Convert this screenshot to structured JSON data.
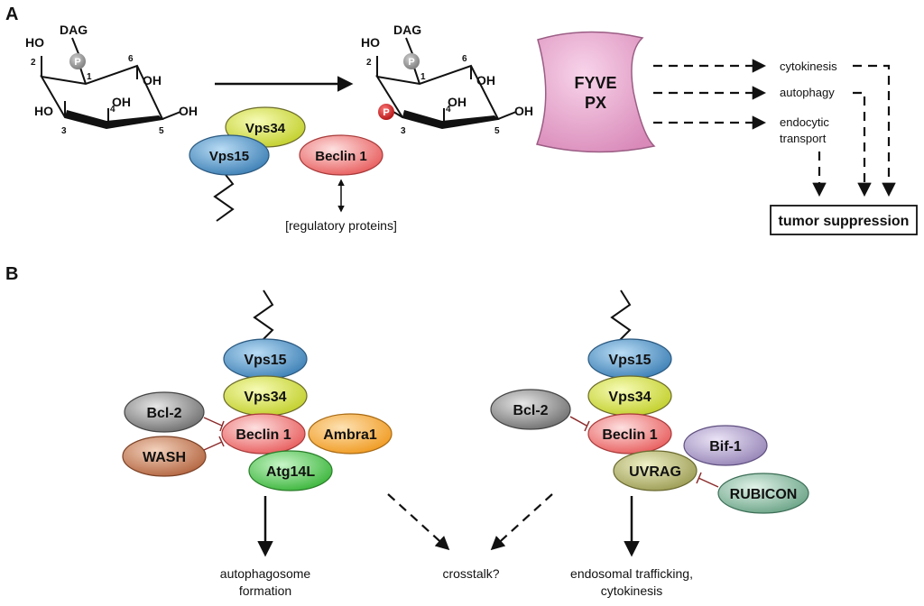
{
  "panels": {
    "a": "A",
    "b": "B"
  },
  "molecule": {
    "ho_top": "HO",
    "dag": "DAG",
    "p": "P",
    "oh_c6": "OH",
    "ho_c3": "HO",
    "oh_c4": "OH",
    "oh_c5": "OH",
    "n1": "1",
    "n2": "2",
    "n3": "3",
    "n4": "4",
    "n5": "5",
    "n6": "6"
  },
  "complex_a": {
    "vps34": "Vps34",
    "vps15": "Vps15",
    "beclin1": "Beclin 1",
    "regulatory": "[regulatory proteins]"
  },
  "domain": {
    "line1": "FYVE",
    "line2": "PX"
  },
  "pathways": [
    "cytokinesis",
    "autophagy",
    "endocytic transport"
  ],
  "pathway_line2": "transport",
  "pathway_endocytic": "endocytic",
  "tumor": "tumor suppression",
  "complex_left": {
    "vps15": "Vps15",
    "vps34": "Vps34",
    "bcl2": "Bcl-2",
    "beclin1": "Beclin 1",
    "ambra1": "Ambra1",
    "wash": "WASH",
    "atg14l": "Atg14L"
  },
  "complex_right": {
    "vps15": "Vps15",
    "vps34": "Vps34",
    "bcl2": "Bcl-2",
    "beclin1": "Beclin 1",
    "bif1": "Bif-1",
    "uvrag": "UVRAG",
    "rubicon": "RUBICON"
  },
  "outcomes": {
    "left_1": "autophagosome",
    "left_2": "formation",
    "center": "crosstalk?",
    "right_1": "endosomal trafficking,",
    "right_2": "cytokinesis"
  },
  "colors": {
    "vps34": "#d7e34a",
    "vps15": "#4f93c8",
    "beclin1": "#f07070",
    "bcl2": "#8a8a8a",
    "wash": "#c57a52",
    "ambra1": "#f6a83a",
    "atg14l": "#4ec94e",
    "uvrag": "#b3b36e",
    "bif1": "#a594c2",
    "rubicon": "#7fb59a",
    "domain": "#e8a3cf",
    "phos_red": "#c41b1b",
    "phos_grey": "#8c8c8c"
  }
}
